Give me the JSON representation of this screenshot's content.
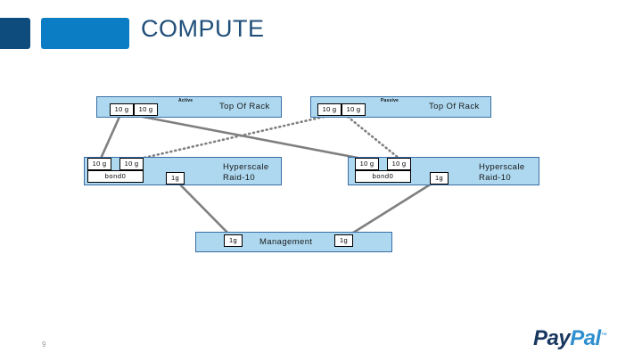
{
  "header": {
    "title": "COMPUTE",
    "accent_dark": "#0d4c7c",
    "accent_light": "#0b7dc4",
    "title_color": "#1f4e79"
  },
  "footer": {
    "page_number": "9",
    "logo_pay": "Pay",
    "logo_pal": "Pal",
    "logo_tm": "™"
  },
  "diagram": {
    "node_fill": "#add8f0",
    "node_border": "#3b6ea5",
    "edge_color": "#7f7f7f",
    "nodes": [
      {
        "id": "tor-active",
        "label": "Top Of Rack",
        "sublabel": "Active",
        "ports": [
          "10 g",
          "10 g"
        ]
      },
      {
        "id": "tor-passive",
        "label": "Top Of Rack",
        "sublabel": "Passive",
        "ports": [
          "10 g",
          "10 g"
        ]
      },
      {
        "id": "hyperscale-left",
        "label": "Hyperscale\nRaid-10",
        "ports": [
          "10 g",
          "10 g"
        ],
        "bond": "bond0",
        "mgmt_port": "1g"
      },
      {
        "id": "hyperscale-right",
        "label": "Hyperscale\nRaid-10",
        "ports": [
          "10 g",
          "10 g"
        ],
        "bond": "bond0",
        "mgmt_port": "1g"
      },
      {
        "id": "management",
        "label": "Management",
        "ports": [
          "1g",
          "1g"
        ]
      }
    ],
    "edges": [
      {
        "from": "tor-active.port0",
        "to": "hyperscale-left.port0",
        "style": "solid"
      },
      {
        "from": "tor-active.port1",
        "to": "hyperscale-right.port0",
        "style": "solid"
      },
      {
        "from": "tor-passive.port0",
        "to": "hyperscale-left.port1",
        "style": "dotted"
      },
      {
        "from": "tor-passive.port1",
        "to": "hyperscale-right.port1",
        "style": "dotted"
      },
      {
        "from": "hyperscale-left.mgmt",
        "to": "management.port0",
        "style": "solid"
      },
      {
        "from": "hyperscale-right.mgmt",
        "to": "management.port1",
        "style": "solid"
      }
    ]
  }
}
